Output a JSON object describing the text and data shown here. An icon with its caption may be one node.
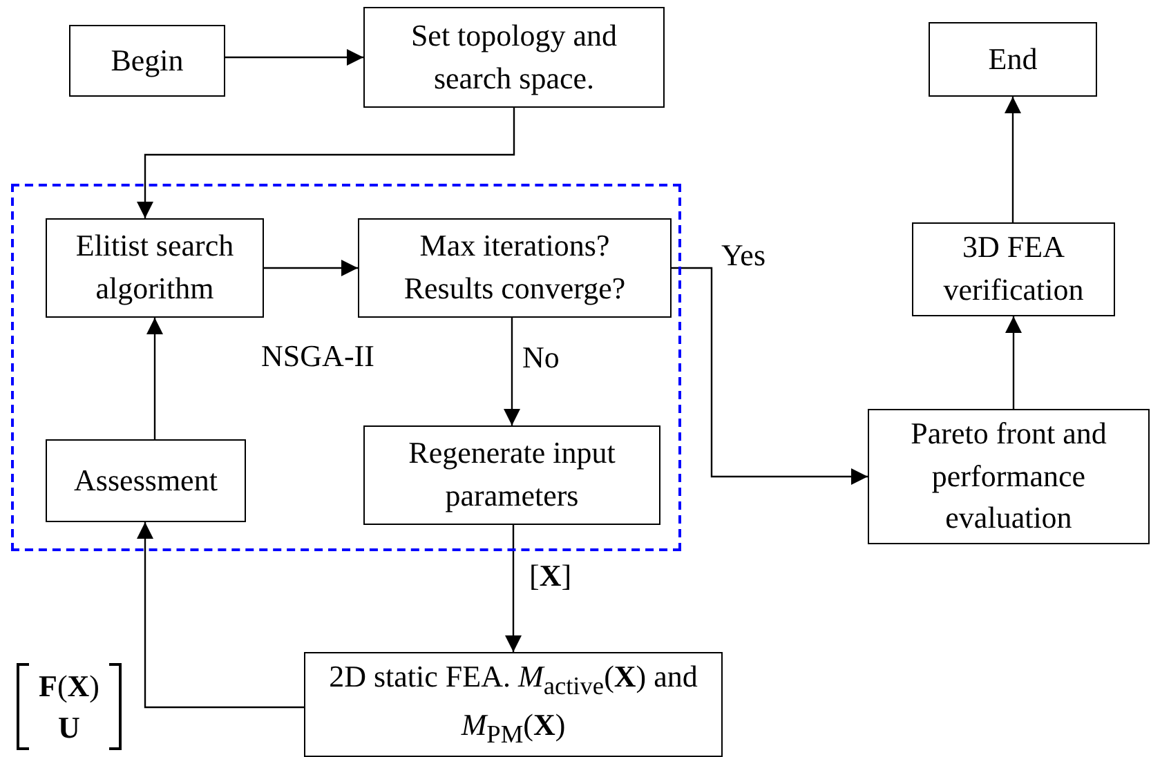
{
  "diagram": {
    "nodes": [
      {
        "text": [
          "Begin"
        ]
      },
      {
        "text": [
          "Set topology and search space."
        ]
      },
      {
        "text": [
          "NSGA-II"
        ]
      },
      {
        "text": [
          "Elitist search algorithm"
        ],
        "in": 2
      },
      {
        "text": [
          "Max iterations? Results converge?"
        ],
        "in": 2
      },
      {
        "text": [
          "Assessment"
        ],
        "in": 2
      },
      {
        "text": [
          "Regenerate input parameters"
        ],
        "in": 2
      },
      {
        "text": [
          "2D static FEA. *M*$_{active}$(**X**) and *M*$_{PM}$(**X**)"
        ]
      },
      {
        "text": [
          "Pareto front and performance evaluation"
        ]
      },
      {
        "text": [
          "3D FEA verification"
        ]
      },
      {
        "text": [
          "End"
        ]
      }
    ],
    "edges": [
      {
        "from": 0,
        "to": 1,
        "arrow": "to"
      },
      {
        "from": 1,
        "to": 3,
        "arrow": "to"
      },
      {
        "from": 3,
        "to": 4,
        "arrow": "to"
      },
      {
        "from": 4,
        "to": 8,
        "arrow": "to",
        "label": "Yes"
      },
      {
        "from": 4,
        "to": 6,
        "arrow": "to",
        "label": "No"
      },
      {
        "from": 6,
        "to": 7,
        "arrow": "to",
        "label": "[**X**]"
      },
      {
        "from": 7,
        "to": 5,
        "arrow": "to",
        "label": "**F**(**X**) **U**"
      },
      {
        "from": 5,
        "to": 3,
        "arrow": "to"
      },
      {
        "from": 8,
        "to": 9,
        "arrow": "to"
      },
      {
        "from": 9,
        "to": 10,
        "arrow": "to"
      }
    ]
  }
}
